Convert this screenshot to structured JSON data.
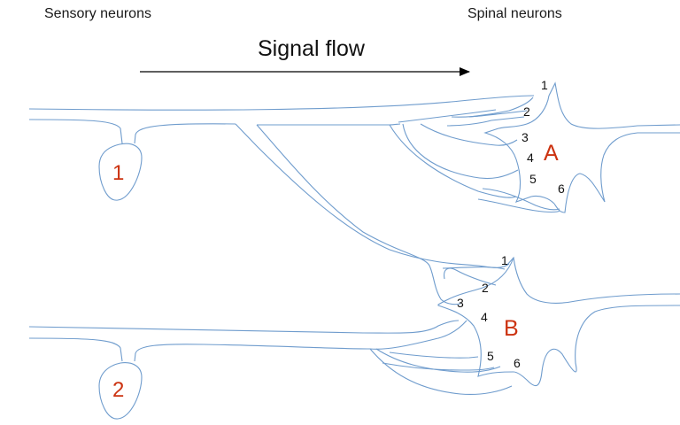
{
  "headers": {
    "sensory": "Sensory neurons",
    "spinal": "Spinal neurons"
  },
  "signal_flow": {
    "label": "Signal flow",
    "direction": "left-to-right"
  },
  "sensory_neurons": [
    {
      "id": "1",
      "label": "1"
    },
    {
      "id": "2",
      "label": "2"
    }
  ],
  "spinal_neurons": [
    {
      "id": "A",
      "label": "A",
      "synapses": [
        "1",
        "2",
        "3",
        "4",
        "5",
        "6"
      ]
    },
    {
      "id": "B",
      "label": "B",
      "synapses": [
        "1",
        "2",
        "3",
        "4",
        "5",
        "6"
      ]
    }
  ],
  "colors": {
    "neuron_outline": "#6f9ccd",
    "label_red": "#cc3311",
    "text": "#1a1a1a",
    "arrow": "#000000"
  }
}
